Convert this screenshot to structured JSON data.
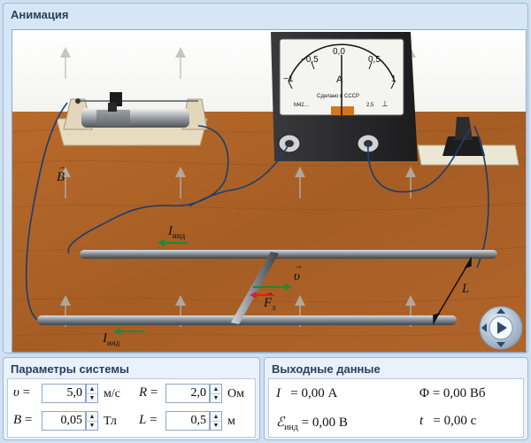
{
  "animation": {
    "title": "Анимация",
    "labels": {
      "B": "B",
      "I_top": "I",
      "I_top_sub": "инд",
      "I_bottom": "I",
      "I_bottom_sub": "инд",
      "v": "υ",
      "F": "F",
      "F_sub": "л",
      "L": "L"
    },
    "ammeter": {
      "scale": [
        "−1",
        "−0,5",
        "0,0",
        "0,5",
        "1"
      ],
      "unit": "A",
      "maker": "Сделано в СССР",
      "mark_left": "М42…",
      "mark_right": "2,5",
      "mark_sym": "⊥",
      "needle_value": 0.0
    },
    "controls": {
      "play_label": "Запуск",
      "rewind_label": "Сброс"
    }
  },
  "params": {
    "title": "Параметры системы",
    "rows": [
      [
        {
          "symbol": "υ",
          "eq": "=",
          "value": "5,0",
          "unit": "м/с"
        },
        {
          "symbol": "R",
          "eq": "=",
          "value": "2,0",
          "unit": "Ом"
        }
      ],
      [
        {
          "symbol": "B",
          "eq": "=",
          "value": "0,05",
          "unit": "Тл"
        },
        {
          "symbol": "L",
          "eq": "=",
          "value": "0,5",
          "unit": "м"
        }
      ]
    ]
  },
  "outputs": {
    "title": "Выходные данные",
    "I": {
      "symbol": "I",
      "text": "= 0,00 А"
    },
    "Phi": {
      "symbol": "Φ",
      "text": "= 0,00 Вб"
    },
    "E": {
      "symbol": "ℰ",
      "sub": "инд",
      "text": "= 0,00 В"
    },
    "t": {
      "symbol": "t",
      "text": "= 0,00 с"
    }
  },
  "colors": {
    "panel_bg": "#cfe0f2",
    "wall": "#ffffff",
    "table": "#b56a2d",
    "rail": "#8c9196",
    "arrow_green": "#1f8a3b",
    "arrow_red": "#d92020"
  }
}
